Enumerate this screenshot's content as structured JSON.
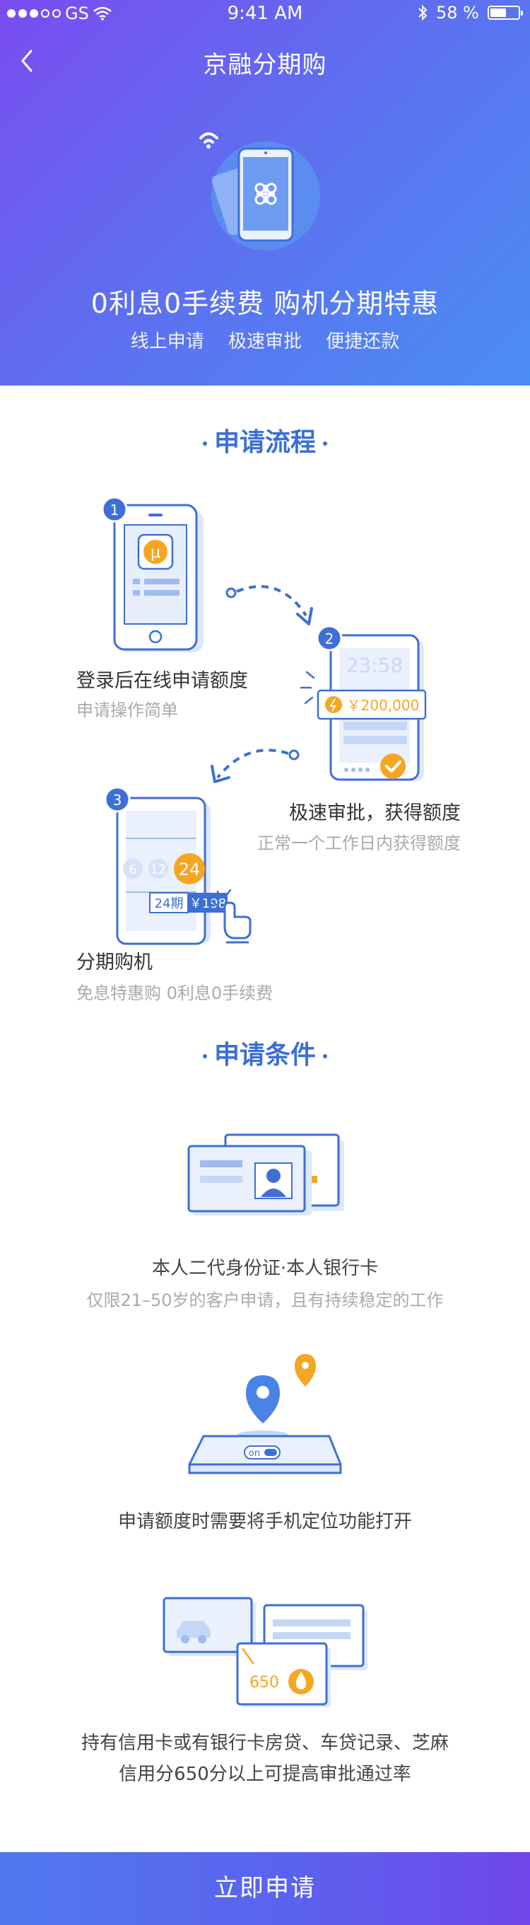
{
  "status_bar": {
    "carrier": "GS",
    "time": "9:41 AM",
    "battery": "58 %",
    "battery_level": 0.58
  },
  "nav": {
    "title": "京融分期购"
  },
  "hero": {
    "title": "0利息0手续费  购机分期特惠",
    "features": [
      "线上申请",
      "极速审批",
      "便捷还款"
    ]
  },
  "process": {
    "title": "申请流程",
    "steps": [
      {
        "number": "1",
        "label": "登录后在线申请额度",
        "sub": "申请操作简单",
        "app_letter": "μ"
      },
      {
        "number": "2",
        "label": "极速审批，获得额度",
        "sub": "正常一个工作日内获得额度",
        "clock": "23:58",
        "amount": "￥200,000"
      },
      {
        "number": "3",
        "label": "分期购机",
        "sub": "免息特惠购  0利息0手续费",
        "period_options": [
          "6",
          "12",
          "24"
        ],
        "plan": "24期",
        "price": "￥198"
      }
    ]
  },
  "conditions": {
    "title": "申请条件",
    "items": [
      {
        "text": "本人二代身份证·本人银行卡",
        "sub": "仅限21–50岁的客户申请，且有持续稳定的工作"
      },
      {
        "text": "申请额度时需要将手机定位功能打开",
        "toggle": "on"
      },
      {
        "lines": [
          "持有信用卡或有银行卡房贷、车贷记录、芝麻",
          "信用分650分以上可提高审批通过率"
        ],
        "score": "650"
      }
    ]
  },
  "apply_button": "立即申请",
  "colors": {
    "primary": "#3a6fd8",
    "accent_orange": "#f5a623",
    "hero_gradient_start": "#7b4cf0",
    "hero_gradient_end": "#4b8ef3"
  }
}
